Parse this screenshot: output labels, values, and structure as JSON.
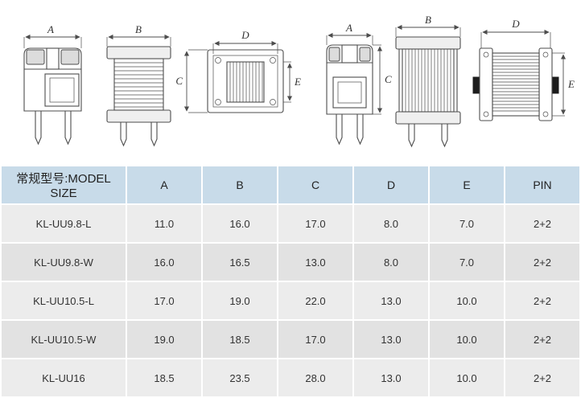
{
  "diagram": {
    "labels": {
      "v1_A": "A",
      "v2_B": "B",
      "v3_C": "C",
      "v3_D": "D",
      "v3_E": "E",
      "v4_A": "A",
      "v4_C": "C",
      "v5_B": "B",
      "v6_D": "D",
      "v6_E": "E"
    }
  },
  "table": {
    "headers": [
      "常规型号:MODEL SIZE",
      "A",
      "B",
      "C",
      "D",
      "E",
      "PIN"
    ],
    "rows": [
      {
        "model": "KL-UU9.8-L",
        "values": [
          "11.0",
          "16.0",
          "17.0",
          "8.0",
          "7.0",
          "2+2"
        ]
      },
      {
        "model": "KL-UU9.8-W",
        "values": [
          "16.0",
          "16.5",
          "13.0",
          "8.0",
          "7.0",
          "2+2"
        ]
      },
      {
        "model": "KL-UU10.5-L",
        "values": [
          "17.0",
          "19.0",
          "22.0",
          "13.0",
          "10.0",
          "2+2"
        ]
      },
      {
        "model": "KL-UU10.5-W",
        "values": [
          "19.0",
          "18.5",
          "17.0",
          "13.0",
          "10.0",
          "2+2"
        ]
      },
      {
        "model": "KL-UU16",
        "values": [
          "18.5",
          "23.5",
          "28.0",
          "13.0",
          "10.0",
          "2+2"
        ]
      }
    ]
  },
  "colors": {
    "header-bg": "#c8dbe9",
    "row-odd": "#ececec",
    "row-even": "#e2e2e2",
    "line": "#4d4d4d",
    "text": "#333333"
  }
}
